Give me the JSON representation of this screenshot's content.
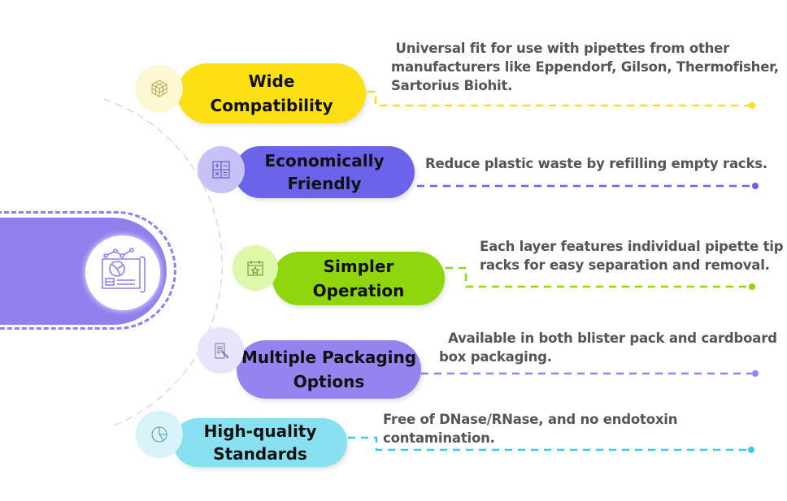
{
  "diagram": {
    "hub": {
      "icon": "report-chart-icon",
      "color": "#8f80ee"
    },
    "features": [
      {
        "title_line1": "Wide",
        "title_line2": "Compatibility",
        "description_line1": " Universal fit for use with pipettes from other",
        "description_line2": "manufacturers like Eppendorf, Gilson, Thermofisher,",
        "description_line3": "Sartorius Biohit.",
        "icon": "cube-grid-icon",
        "color": "#fde014",
        "icon_bg": "#fdf8d2"
      },
      {
        "title_line1": "Economically",
        "title_line2": "Friendly",
        "description_line1": "Reduce plastic waste by refilling empty racks.",
        "icon": "calculator-icon",
        "color": "#6b63ea",
        "icon_bg": "#c6c2f5"
      },
      {
        "title_line1": "Simpler",
        "title_line2": "Operation",
        "description_line1": "Each layer features individual pipette tip",
        "description_line2": "racks for easy separation and removal.",
        "icon": "calendar-star-icon",
        "color": "#8fd60e",
        "icon_bg": "#dcf8a8"
      },
      {
        "title_line1": "Multiple Packaging",
        "title_line2": "Options",
        "description_line1": "  Available in both blister pack and cardboard",
        "description_line2": "box packaging.",
        "icon": "document-pen-icon",
        "color": "#9484ef",
        "icon_bg": "#e8e5fb"
      },
      {
        "title_line1": "High-quality",
        "title_line2": "Standards",
        "description_line1": "Free of DNase/RNase, and no endotoxin",
        "description_line2": "contamination.",
        "icon": "pie-chart-icon",
        "color": "#88e0f0",
        "icon_bg": "#d8f3f9"
      }
    ]
  }
}
